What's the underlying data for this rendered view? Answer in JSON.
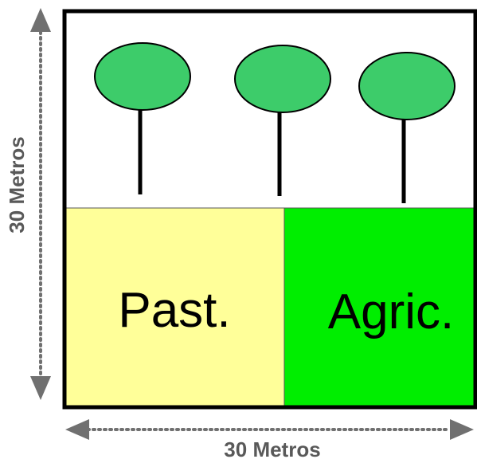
{
  "diagram": {
    "width_label": "30 Metros",
    "height_label": "30 Metros",
    "zones": [
      {
        "label": "Past.",
        "color": "#ffff99"
      },
      {
        "label": "Agric.",
        "color": "#00ee00"
      }
    ],
    "tree_count": 3,
    "tree_canopy_color": "#3dcc6a",
    "plot_border_color": "#000000",
    "arrow_color": "#707070"
  }
}
